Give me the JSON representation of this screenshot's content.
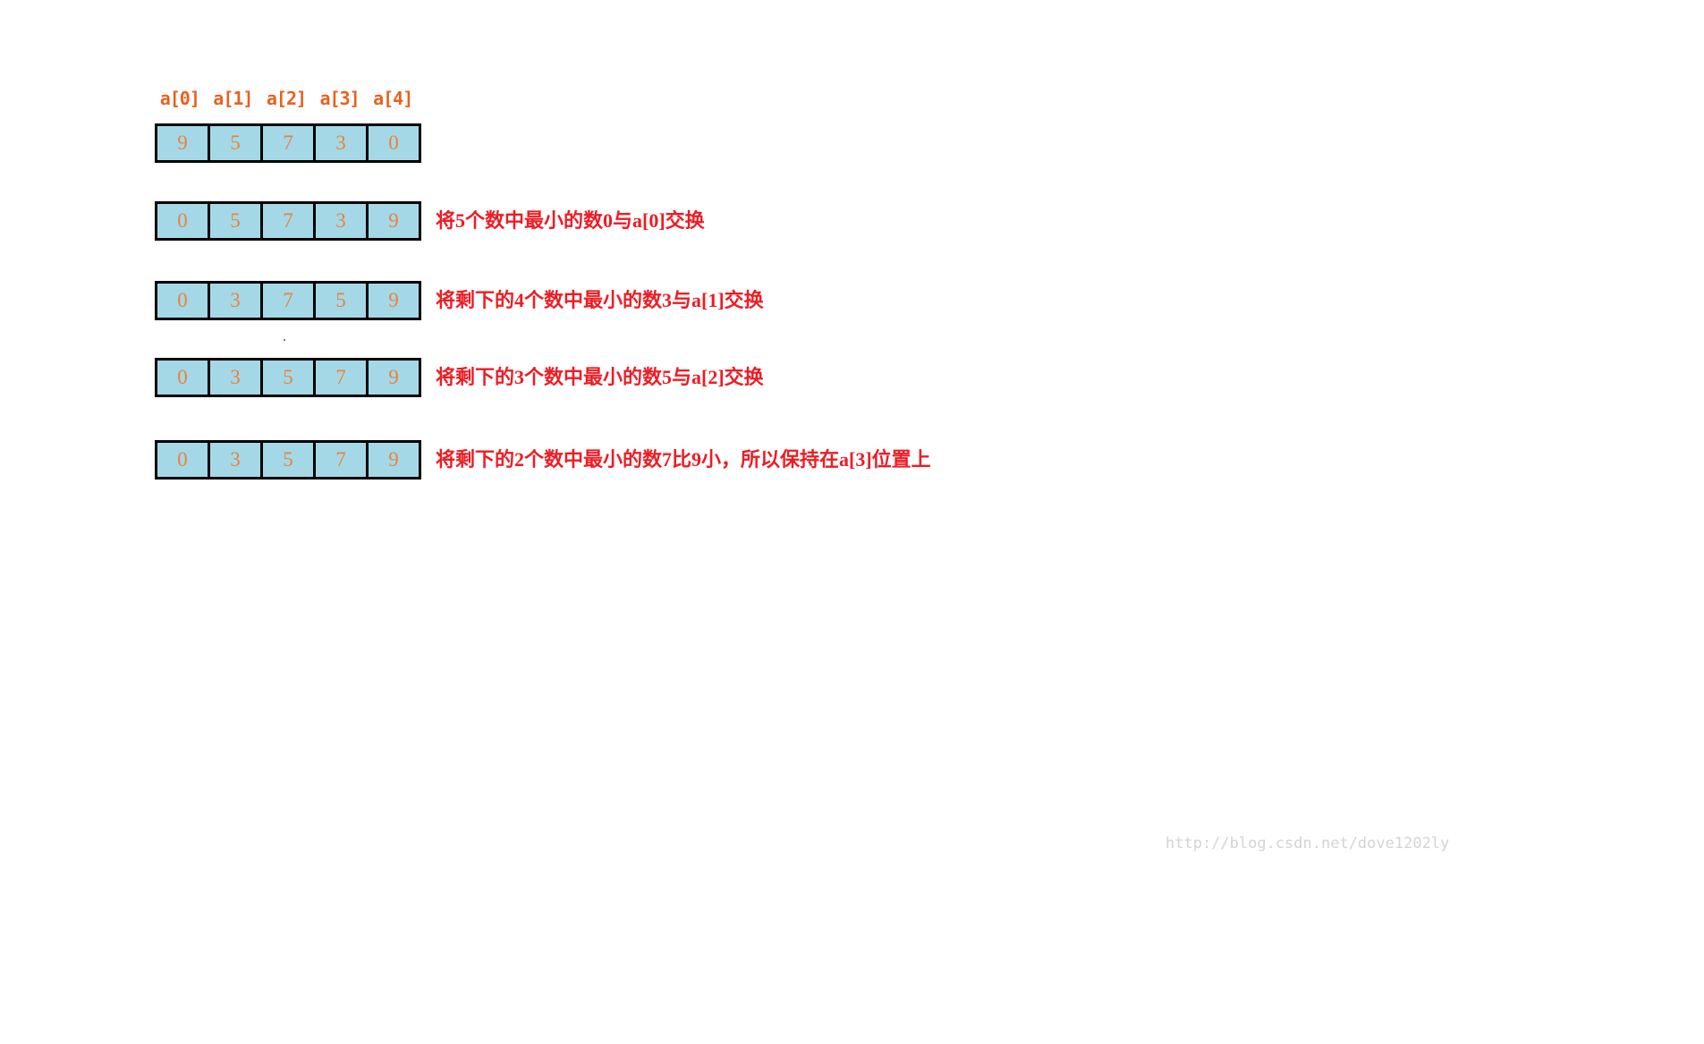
{
  "header": {
    "labels": [
      "a[0]",
      "a[1]",
      "a[2]",
      "a[3]",
      "a[4]"
    ]
  },
  "rows": [
    {
      "values": [
        "9",
        "5",
        "7",
        "3",
        "0"
      ],
      "annotation": ""
    },
    {
      "values": [
        "0",
        "5",
        "7",
        "3",
        "9"
      ],
      "annotation": "将5个数中最小的数0与a[0]交换"
    },
    {
      "values": [
        "0",
        "3",
        "7",
        "5",
        "9"
      ],
      "annotation": "将剩下的4个数中最小的数3与a[1]交换"
    },
    {
      "values": [
        "0",
        "3",
        "5",
        "7",
        "9"
      ],
      "annotation": "将剩下的3个数中最小的数5与a[2]交换"
    },
    {
      "values": [
        "0",
        "3",
        "5",
        "7",
        "9"
      ],
      "annotation": "将剩下的2个数中最小的数7比9小，所以保持在a[3]位置上"
    }
  ],
  "dot_mark": ".",
  "watermark": "http://blog.csdn.net/dove1202ly",
  "colors": {
    "box_fill": "#a5d8e6",
    "box_border": "#000000",
    "number_text": "#e8833c",
    "index_label_text": "#e8611f",
    "annotation_text": "#ed1c24",
    "watermark_text": "#d4d4d4"
  }
}
